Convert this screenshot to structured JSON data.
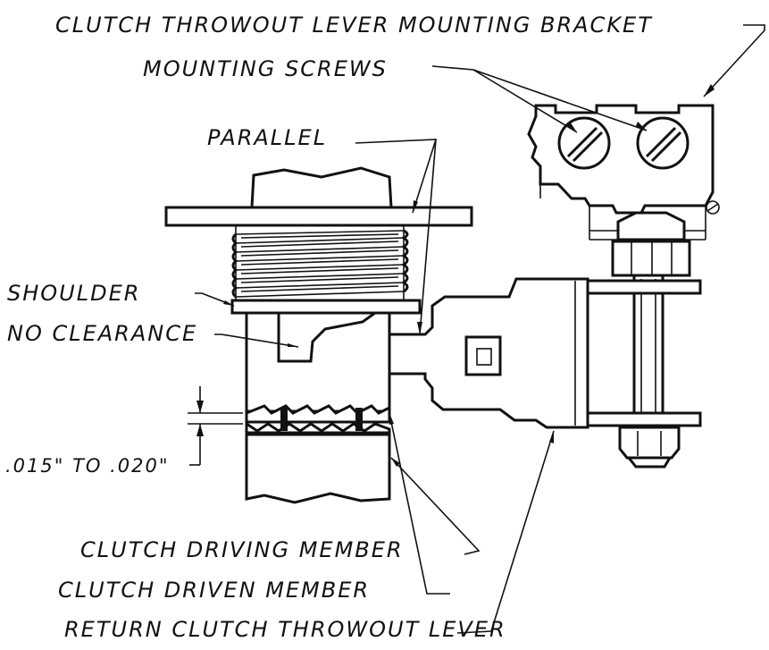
{
  "diagram": {
    "labels": {
      "bracket": "CLUTCH THROWOUT LEVER MOUNTING BRACKET",
      "screws": "MOUNTING SCREWS",
      "parallel": "PARALLEL",
      "shoulder": "SHOULDER",
      "no_clearance": "NO CLEARANCE",
      "gap": ".015\" TO .020\"",
      "driving_member": "CLUTCH DRIVING MEMBER",
      "driven_member": "CLUTCH DRIVEN MEMBER",
      "return_lever": "RETURN CLUTCH THROWOUT LEVER"
    }
  }
}
